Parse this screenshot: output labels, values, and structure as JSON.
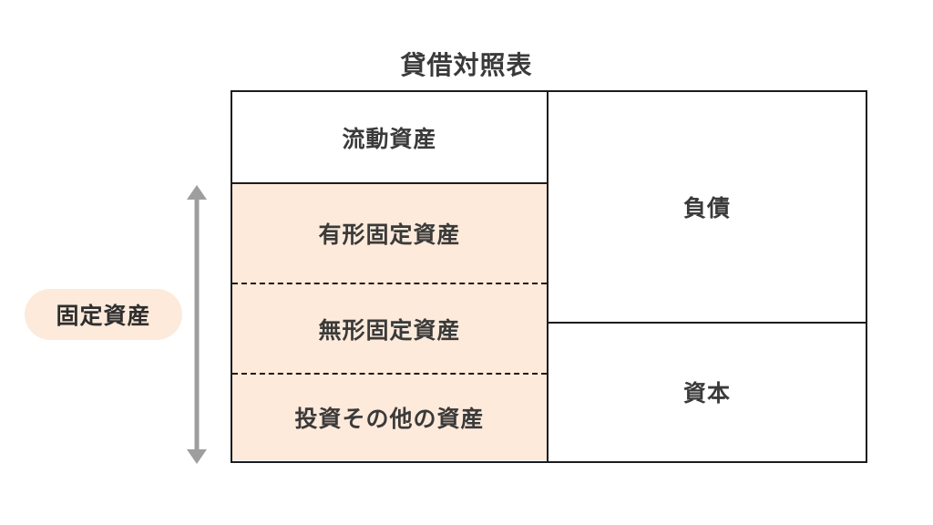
{
  "diagram": {
    "title": "貸借対照表",
    "accent_peach": "#FDEADB",
    "line_color": "#1C1C1C",
    "text_color": "#3A3A3A",
    "arrow_color": "#9E9E9E",
    "background": "#FFFFFF"
  },
  "side_label": {
    "text": "固定資産",
    "background": "#FDEADB"
  },
  "arrow": {
    "name": "fixed-assets-range-arrow",
    "direction": "double-headed-vertical",
    "color": "#9E9E9E"
  },
  "assets_column": {
    "cells": [
      {
        "label": "流動資産",
        "fill": "#FFFFFF",
        "divider_below": "solid"
      },
      {
        "label": "有形固定資産",
        "fill": "#FDEADB",
        "divider_below": "dashed"
      },
      {
        "label": "無形固定資産",
        "fill": "#FDEADB",
        "divider_below": "dashed"
      },
      {
        "label": "投資その他の資産",
        "fill": "#FDEADB",
        "divider_below": "none"
      }
    ]
  },
  "liabilities_equity_column": {
    "cells": [
      {
        "label": "負債",
        "fill": "#FFFFFF",
        "divider_below": "solid"
      },
      {
        "label": "資本",
        "fill": "#FFFFFF",
        "divider_below": "none"
      }
    ]
  }
}
